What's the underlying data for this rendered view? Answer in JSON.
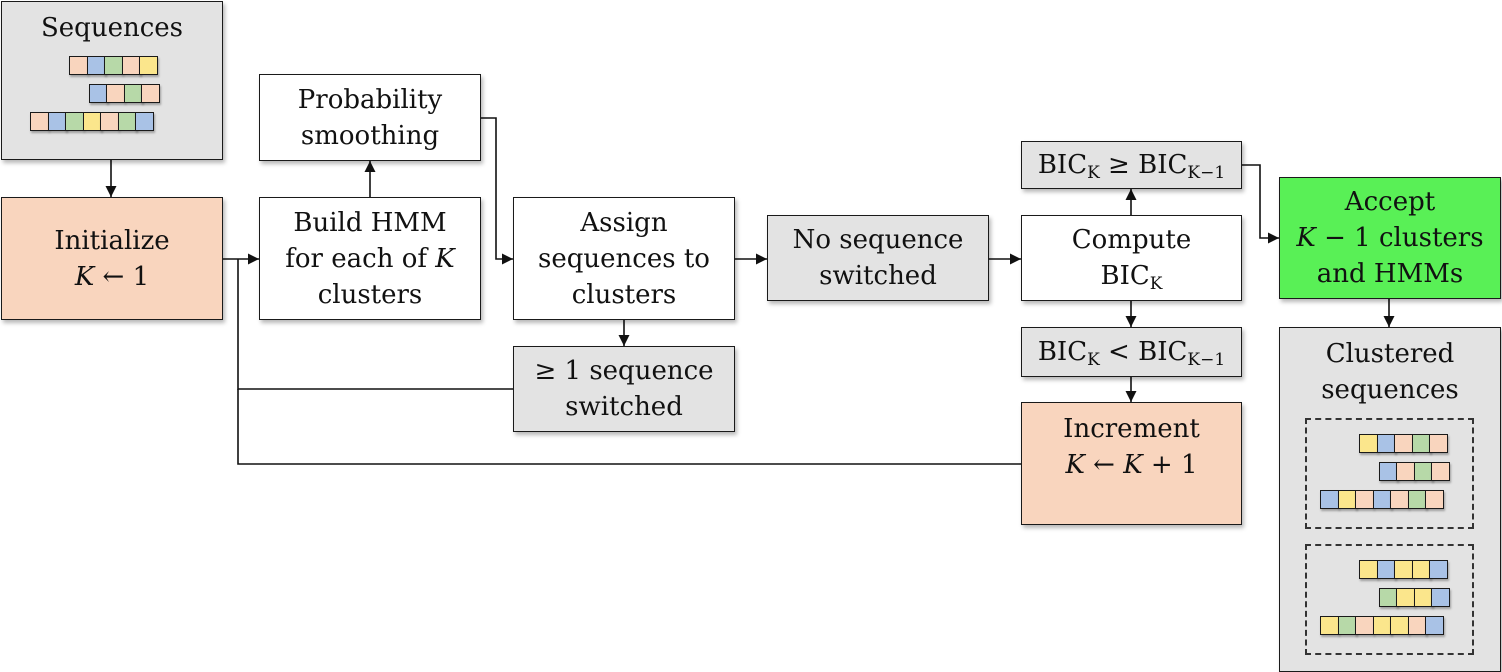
{
  "nodes": {
    "sequences": {
      "title": "Sequences"
    },
    "initialize": {
      "line1": "Initialize",
      "line2_var": "K",
      "line2_rest": " ← 1"
    },
    "probability_smoothing": {
      "line1": "Probability",
      "line2": "smoothing"
    },
    "build_hmm": {
      "line1": "Build HMM",
      "line2_pre": "for each of ",
      "line2_var": "K",
      "line3": "clusters"
    },
    "assign_sequences": {
      "line1": "Assign",
      "line2": "sequences to",
      "line3": "clusters"
    },
    "sequence_switched": {
      "line1": "≥ 1 sequence",
      "line2": "switched"
    },
    "no_sequence_switched": {
      "line1": "No sequence",
      "line2": "switched"
    },
    "compute_bic": {
      "line1": "Compute",
      "line2_base": "BIC",
      "line2_sub": "K"
    },
    "bic_ge": {
      "base1": "BIC",
      "sub1": "K",
      "op": " ≥ ",
      "base2": "BIC",
      "sub2": "K−1"
    },
    "bic_lt": {
      "base1": "BIC",
      "sub1": "K",
      "op": " < ",
      "base2": "BIC",
      "sub2": "K−1"
    },
    "increment": {
      "line1": "Increment",
      "var1": "K",
      "arrow": " ← ",
      "var2": "K",
      "rest": " + 1"
    },
    "accept": {
      "line1": "Accept",
      "line2_var": "K",
      "line2_rest": " − 1 clusters",
      "line3": "and HMMs"
    },
    "clustered_sequences": {
      "line1": "Clustered",
      "line2": "sequences"
    }
  },
  "sequence_colors": {
    "c0": "#f9d5be",
    "c1": "#a9c2e6",
    "c2": "#b7d9a8",
    "c3": "#fbe68c"
  },
  "input_sequences": [
    [
      "c0",
      "c1",
      "c2",
      "c0",
      "c3"
    ],
    [
      "c1",
      "c0",
      "c2",
      "c0"
    ],
    [
      "c0",
      "c1",
      "c2",
      "c3",
      "c0",
      "c2",
      "c1"
    ]
  ],
  "clustered_groups": [
    [
      [
        "c3",
        "c1",
        "c0",
        "c2",
        "c0"
      ],
      [
        "c1",
        "c0",
        "c2",
        "c0"
      ],
      [
        "c1",
        "c3",
        "c0",
        "c1",
        "c0",
        "c2",
        "c0"
      ]
    ],
    [
      [
        "c3",
        "c1",
        "c3",
        "c3",
        "c1"
      ],
      [
        "c2",
        "c3",
        "c3",
        "c1"
      ],
      [
        "c3",
        "c2",
        "c0",
        "c3",
        "c3",
        "c0",
        "c1"
      ]
    ]
  ]
}
